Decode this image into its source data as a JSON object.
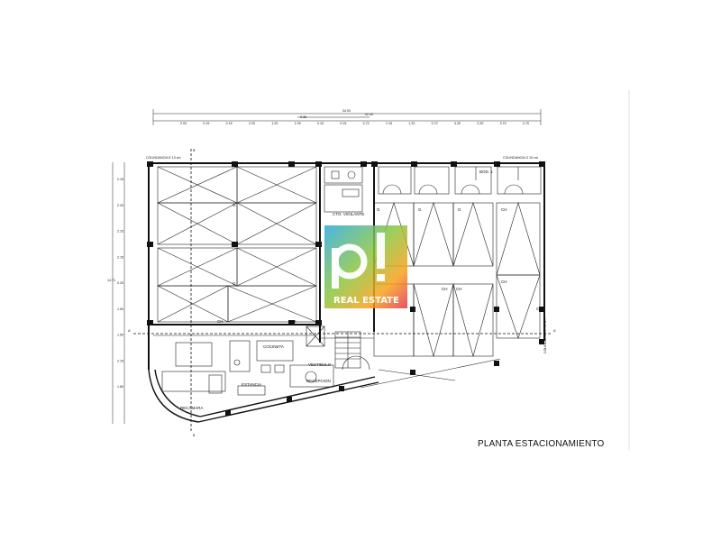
{
  "title": "PLANTA ESTACIONAMIENTO",
  "top_dimensions": {
    "overall": "34.93",
    "secondary": "22.40",
    "small": "0.36",
    "segments": [
      "2.93",
      "0.15",
      "0.15",
      "2.20",
      "1.20",
      "1.09",
      "0.15",
      "0.15",
      "0.72",
      "1.15",
      "1.20",
      "0.72",
      "3.20",
      "2.20",
      "3.70",
      "2.70"
    ]
  },
  "left_dimensions": {
    "overall": "14.71",
    "segments": [
      "2.15",
      "2.20",
      "2.15",
      "2.15",
      "0.20",
      "1.00",
      "1.50",
      "2.15",
      "1.60"
    ]
  },
  "boundary_labels": {
    "top_left": "COLINDANCIA E 10 cm",
    "top_right": "COLINDANCIA O 10 cm",
    "right_vertical": "COLINDANCIA E 10 cm"
  },
  "section_marks": {
    "top": "B'",
    "bottom": "B",
    "left": "A'",
    "right": "A'"
  },
  "rooms": {
    "vigilante": "CTO. VIGILANTE",
    "cocineta": "COCINETA",
    "vestibulo": "VESTIBULO",
    "recepcion": "RECEPCION",
    "estancia": "ESTANCIA",
    "recamara": "RECAMARA",
    "bodega": "BOD. 1"
  },
  "parking_labels": {
    "standard": "G",
    "compact": "CH"
  },
  "watermark": {
    "brand_letters": "pi",
    "brand_text": "REAL ESTATE"
  }
}
